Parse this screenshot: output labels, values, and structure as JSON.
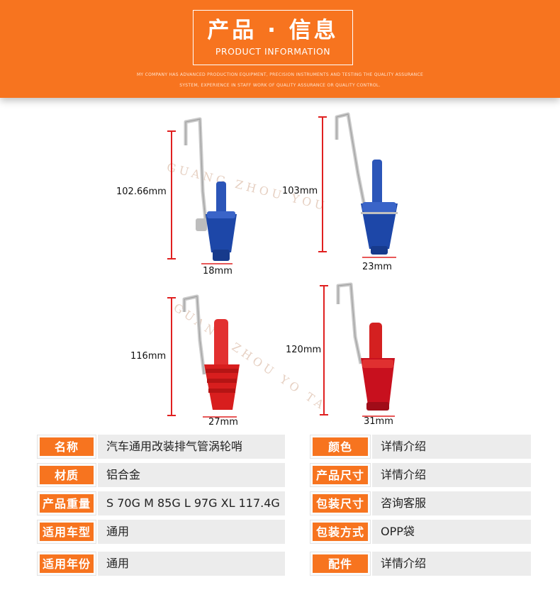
{
  "header": {
    "title_cn": "产品 · 信息",
    "title_en": "PRODUCT INFORMATION",
    "tagline_1": "MY COMPANY HAS ADVANCED PRODUCTION EQUIPMENT, PRECISION INSTRUMENTS AND TESTING THE QUALITY ASSURANCE",
    "tagline_2": "SYSTEM, EXPERIENCE IN STAFF WORK OF QUALITY ASSURANCE OR QUALITY CONTROL."
  },
  "watermark": {
    "line_1": "GUANG ZHOU YOU",
    "line_2": "GUANG ZHOU YO TA"
  },
  "products": [
    {
      "height_label": "102.66mm",
      "width_label": "18mm",
      "color": "#1d47a8"
    },
    {
      "height_label": "103mm",
      "width_label": "23mm",
      "color": "#1d47a8"
    },
    {
      "height_label": "116mm",
      "width_label": "27mm",
      "color": "#d81e1e"
    },
    {
      "height_label": "120mm",
      "width_label": "31mm",
      "color": "#c8101e"
    }
  ],
  "specs": {
    "left": [
      {
        "label": "名称",
        "value": "汽车通用改装排气管涡轮哨"
      },
      {
        "label": "材质",
        "value": "铝合金"
      },
      {
        "label": "产品重量",
        "value": "S 70G M 85G L 97G XL 117.4G"
      },
      {
        "label": "适用车型",
        "value": "通用"
      },
      {
        "label": "适用年份",
        "value": "通用"
      }
    ],
    "right": [
      {
        "label": "颜色",
        "value": "详情介绍"
      },
      {
        "label": "产品尺寸",
        "value": "详情介绍"
      },
      {
        "label": "包装尺寸",
        "value": "咨询客服"
      },
      {
        "label": "包装方式",
        "value": "OPP袋"
      },
      {
        "label": "配件",
        "value": "详情介绍"
      }
    ]
  },
  "colors": {
    "accent": "#f7741f",
    "dimension_line": "#e02020",
    "blue_part": "#1d47a8",
    "red_part": "#d81e1e"
  }
}
